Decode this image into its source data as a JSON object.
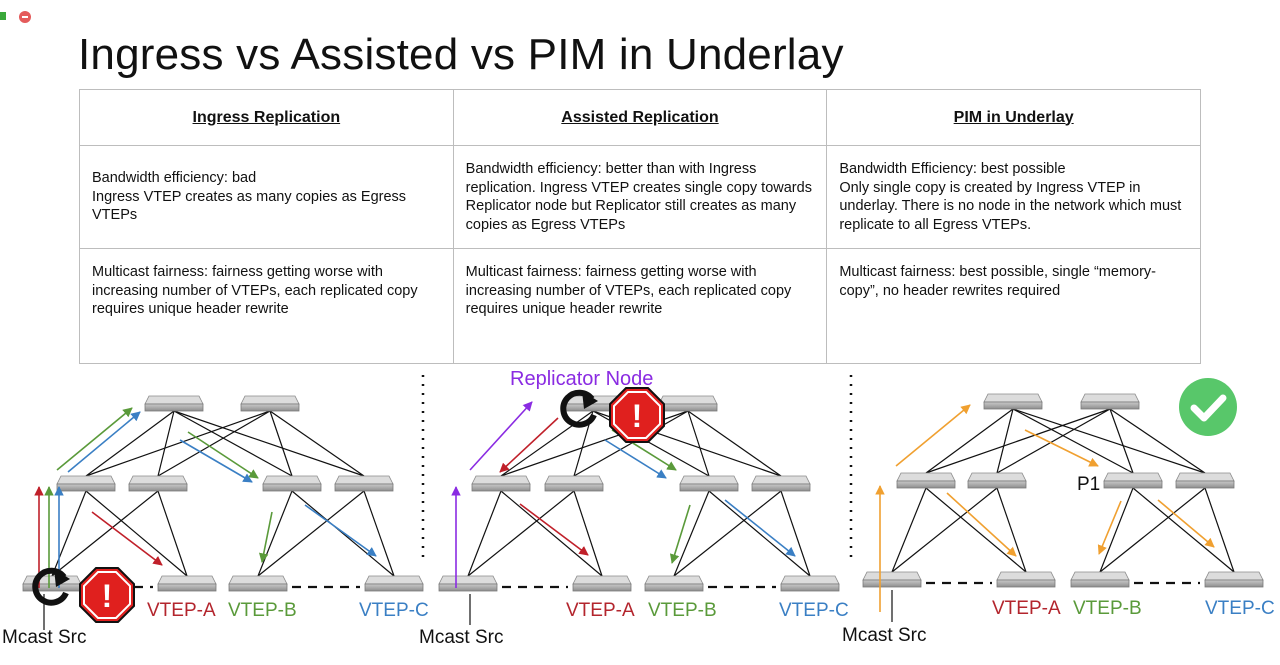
{
  "slide": {
    "title": "Ingress vs Assisted vs PIM in Underlay"
  },
  "table": {
    "headers": [
      "Ingress Replication",
      "Assisted Replication",
      "PIM in Underlay"
    ],
    "rows": [
      [
        "Bandwidth efficiency: bad\nIngress VTEP creates as many copies as Egress VTEPs",
        "Bandwidth efficiency: better than with Ingress replication. Ingress VTEP creates single copy towards Replicator node but Replicator still creates as many copies as Egress VTEPs",
        "Bandwidth Efficiency: best possible\nOnly single copy is created by Ingress VTEP in underlay. There is no node in the network which must replicate to all Egress VTEPs."
      ],
      [
        "Multicast fairness: fairness getting worse with increasing number of VTEPs, each replicated copy requires unique header rewrite",
        "Multicast fairness: fairness getting worse with increasing number of VTEPs, each replicated copy requires unique header rewrite",
        "Multicast fairness: best possible, single “memory-copy”, no header rewrites required"
      ]
    ]
  },
  "diagrams": {
    "vtep_a": "VTEP-A",
    "vtep_b": "VTEP-B",
    "vtep_c": "VTEP-C",
    "mcast_src": "Mcast Src",
    "replicator_node": "Replicator Node",
    "p1": "P1",
    "warning_mark": "!"
  },
  "colors": {
    "red": "#c0202a",
    "green": "#5a9a3a",
    "blue": "#3a7fc4",
    "purple": "#8a2be2",
    "orange": "#f0a030",
    "warning": "#e0201e",
    "check": "#58c76a"
  }
}
